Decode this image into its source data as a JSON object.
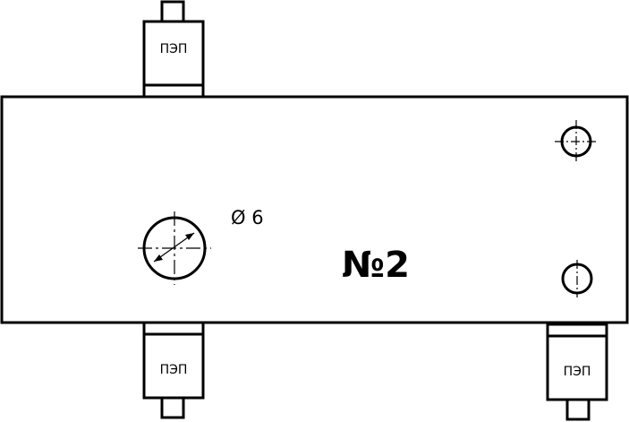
{
  "drawing": {
    "sensor_label": "ПЭП",
    "diameter_label": "Ø 6",
    "part_number": "№2",
    "colors": {
      "stroke": "#000000",
      "background": "#ffffff"
    }
  }
}
